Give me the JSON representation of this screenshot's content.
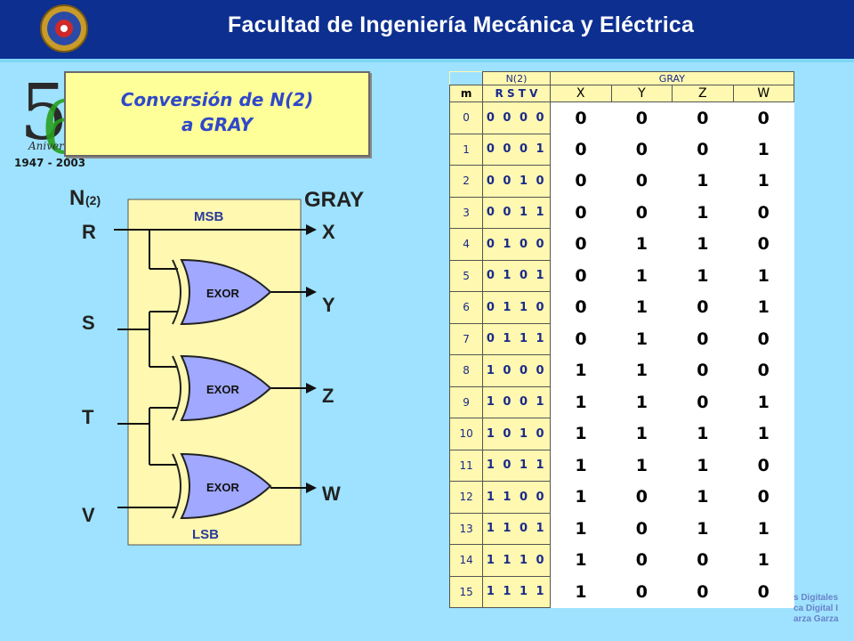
{
  "header": {
    "title": "Facultad de Ingeniería Mecánica y Eléctrica"
  },
  "anniversary": {
    "years": "1947 - 2003",
    "script_text": "Aniversario"
  },
  "title_box": {
    "line1": "Conversión de N(2)",
    "line2": "a GRAY"
  },
  "diagram": {
    "input_label": "N",
    "input_sub": "(2)",
    "output_label": "GRAY",
    "msb": "MSB",
    "lsb": "LSB",
    "inputs": [
      "R",
      "S",
      "T",
      "V"
    ],
    "outputs": [
      "X",
      "Y",
      "Z",
      "W"
    ],
    "gates": [
      "EXOR",
      "EXOR",
      "EXOR"
    ]
  },
  "table": {
    "group_n": "N(2)",
    "group_gray": "GRAY",
    "m_header": "m",
    "bits_header": "R S T V",
    "out_headers": [
      "X",
      "Y",
      "Z",
      "W"
    ],
    "rows": [
      {
        "m": "0",
        "bits": "0 0 0 0",
        "out": [
          "0",
          "0",
          "0",
          "0"
        ]
      },
      {
        "m": "1",
        "bits": "0 0 0 1",
        "out": [
          "0",
          "0",
          "0",
          "1"
        ]
      },
      {
        "m": "2",
        "bits": "0 0 1 0",
        "out": [
          "0",
          "0",
          "1",
          "1"
        ]
      },
      {
        "m": "3",
        "bits": "0 0 1 1",
        "out": [
          "0",
          "0",
          "1",
          "0"
        ]
      },
      {
        "m": "4",
        "bits": "0 1 0 0",
        "out": [
          "0",
          "1",
          "1",
          "0"
        ]
      },
      {
        "m": "5",
        "bits": "0 1 0 1",
        "out": [
          "0",
          "1",
          "1",
          "1"
        ]
      },
      {
        "m": "6",
        "bits": "0 1 1 0",
        "out": [
          "0",
          "1",
          "0",
          "1"
        ]
      },
      {
        "m": "7",
        "bits": "0 1 1 1",
        "out": [
          "0",
          "1",
          "0",
          "0"
        ]
      },
      {
        "m": "8",
        "bits": "1 0 0 0",
        "out": [
          "1",
          "1",
          "0",
          "0"
        ]
      },
      {
        "m": "9",
        "bits": "1 0 0 1",
        "out": [
          "1",
          "1",
          "0",
          "1"
        ]
      },
      {
        "m": "10",
        "bits": "1 0 1 0",
        "out": [
          "1",
          "1",
          "1",
          "1"
        ]
      },
      {
        "m": "11",
        "bits": "1 0 1 1",
        "out": [
          "1",
          "1",
          "1",
          "0"
        ]
      },
      {
        "m": "12",
        "bits": "1 1 0 0",
        "out": [
          "1",
          "0",
          "1",
          "0"
        ]
      },
      {
        "m": "13",
        "bits": "1 1 0 1",
        "out": [
          "1",
          "0",
          "1",
          "1"
        ]
      },
      {
        "m": "14",
        "bits": "1 1 1 0",
        "out": [
          "1",
          "0",
          "0",
          "1"
        ]
      },
      {
        "m": "15",
        "bits": "1 1 1 1",
        "out": [
          "1",
          "0",
          "0",
          "0"
        ]
      }
    ]
  },
  "footer": {
    "line1": "s Digitales",
    "line2": "ca Digital I",
    "line3": "arza Garza"
  }
}
